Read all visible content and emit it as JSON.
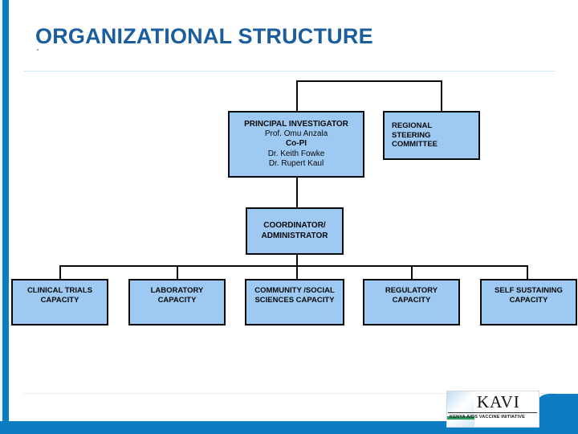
{
  "slide": {
    "title": "ORGANIZATIONAL STRUCTURE",
    "accent_color": "#0d7cc0",
    "title_color": "#1b5e9e",
    "node_fill": "#9dc9f2",
    "node_border": "#0a0a0a"
  },
  "chart_data": {
    "type": "diagram",
    "title": "ORGANIZATIONAL STRUCTURE",
    "nodes": [
      {
        "id": "principal-investigator",
        "lines": [
          {
            "text": "PRINCIPAL INVESTIGATOR",
            "bold": true
          },
          {
            "text": "Prof. Omu Anzala",
            "bold": false
          },
          {
            "text": "Co-PI",
            "bold": true
          },
          {
            "text": "Dr. Keith Fowke",
            "bold": false
          },
          {
            "text": "Dr. Rupert Kaul",
            "bold": false
          }
        ]
      },
      {
        "id": "regional-steering-committee",
        "lines": [
          {
            "text": "REGIONAL",
            "bold": true
          },
          {
            "text": "STEERING",
            "bold": true
          },
          {
            "text": "COMMITTEE",
            "bold": true
          }
        ]
      },
      {
        "id": "coordinator-administrator",
        "lines": [
          {
            "text": "COORDINATOR/",
            "bold": true
          },
          {
            "text": "ADMINISTRATOR",
            "bold": true
          }
        ]
      },
      {
        "id": "clinical-trials-capacity",
        "lines": [
          {
            "text": "CLINICAL TRIALS",
            "bold": true
          },
          {
            "text": "CAPACITY",
            "bold": true
          }
        ]
      },
      {
        "id": "laboratory-capacity",
        "lines": [
          {
            "text": "LABORATORY",
            "bold": true
          },
          {
            "text": "CAPACITY",
            "bold": true
          }
        ]
      },
      {
        "id": "community-social-sciences-capacity",
        "lines": [
          {
            "text": "COMMUNITY /SOCIAL",
            "bold": true
          },
          {
            "text": "SCIENCES CAPACITY",
            "bold": true
          }
        ]
      },
      {
        "id": "regulatory-capacity",
        "lines": [
          {
            "text": "REGULATORY",
            "bold": true
          },
          {
            "text": "CAPACITY",
            "bold": true
          }
        ]
      },
      {
        "id": "self-sustaining-capacity",
        "lines": [
          {
            "text": "SELF SUSTAINING",
            "bold": true
          },
          {
            "text": "CAPACITY",
            "bold": true
          }
        ]
      }
    ],
    "edges": [
      {
        "from": "principal-investigator",
        "to": "regional-steering-committee"
      },
      {
        "from": "principal-investigator",
        "to": "coordinator-administrator"
      },
      {
        "from": "coordinator-administrator",
        "to": "clinical-trials-capacity"
      },
      {
        "from": "coordinator-administrator",
        "to": "laboratory-capacity"
      },
      {
        "from": "coordinator-administrator",
        "to": "community-social-sciences-capacity"
      },
      {
        "from": "coordinator-administrator",
        "to": "regulatory-capacity"
      },
      {
        "from": "coordinator-administrator",
        "to": "self-sustaining-capacity"
      }
    ]
  },
  "logo": {
    "word": "KAVI",
    "tagline": "KENYA AIDS VACCINE INITIATIVE"
  }
}
